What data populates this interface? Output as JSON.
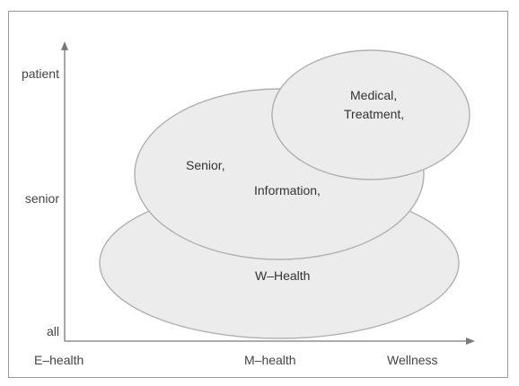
{
  "y_axis": {
    "levels": [
      "patient",
      "senior",
      "all"
    ]
  },
  "x_axis": {
    "levels": [
      "E–health",
      "M–health",
      "Wellness"
    ]
  },
  "regions": {
    "whealth": {
      "label": "W–Health"
    },
    "senior": {
      "label_1": "Senior,",
      "label_2": "Information,"
    },
    "medical": {
      "label_1": "Medical,",
      "label_2": "Treatment,"
    }
  }
}
